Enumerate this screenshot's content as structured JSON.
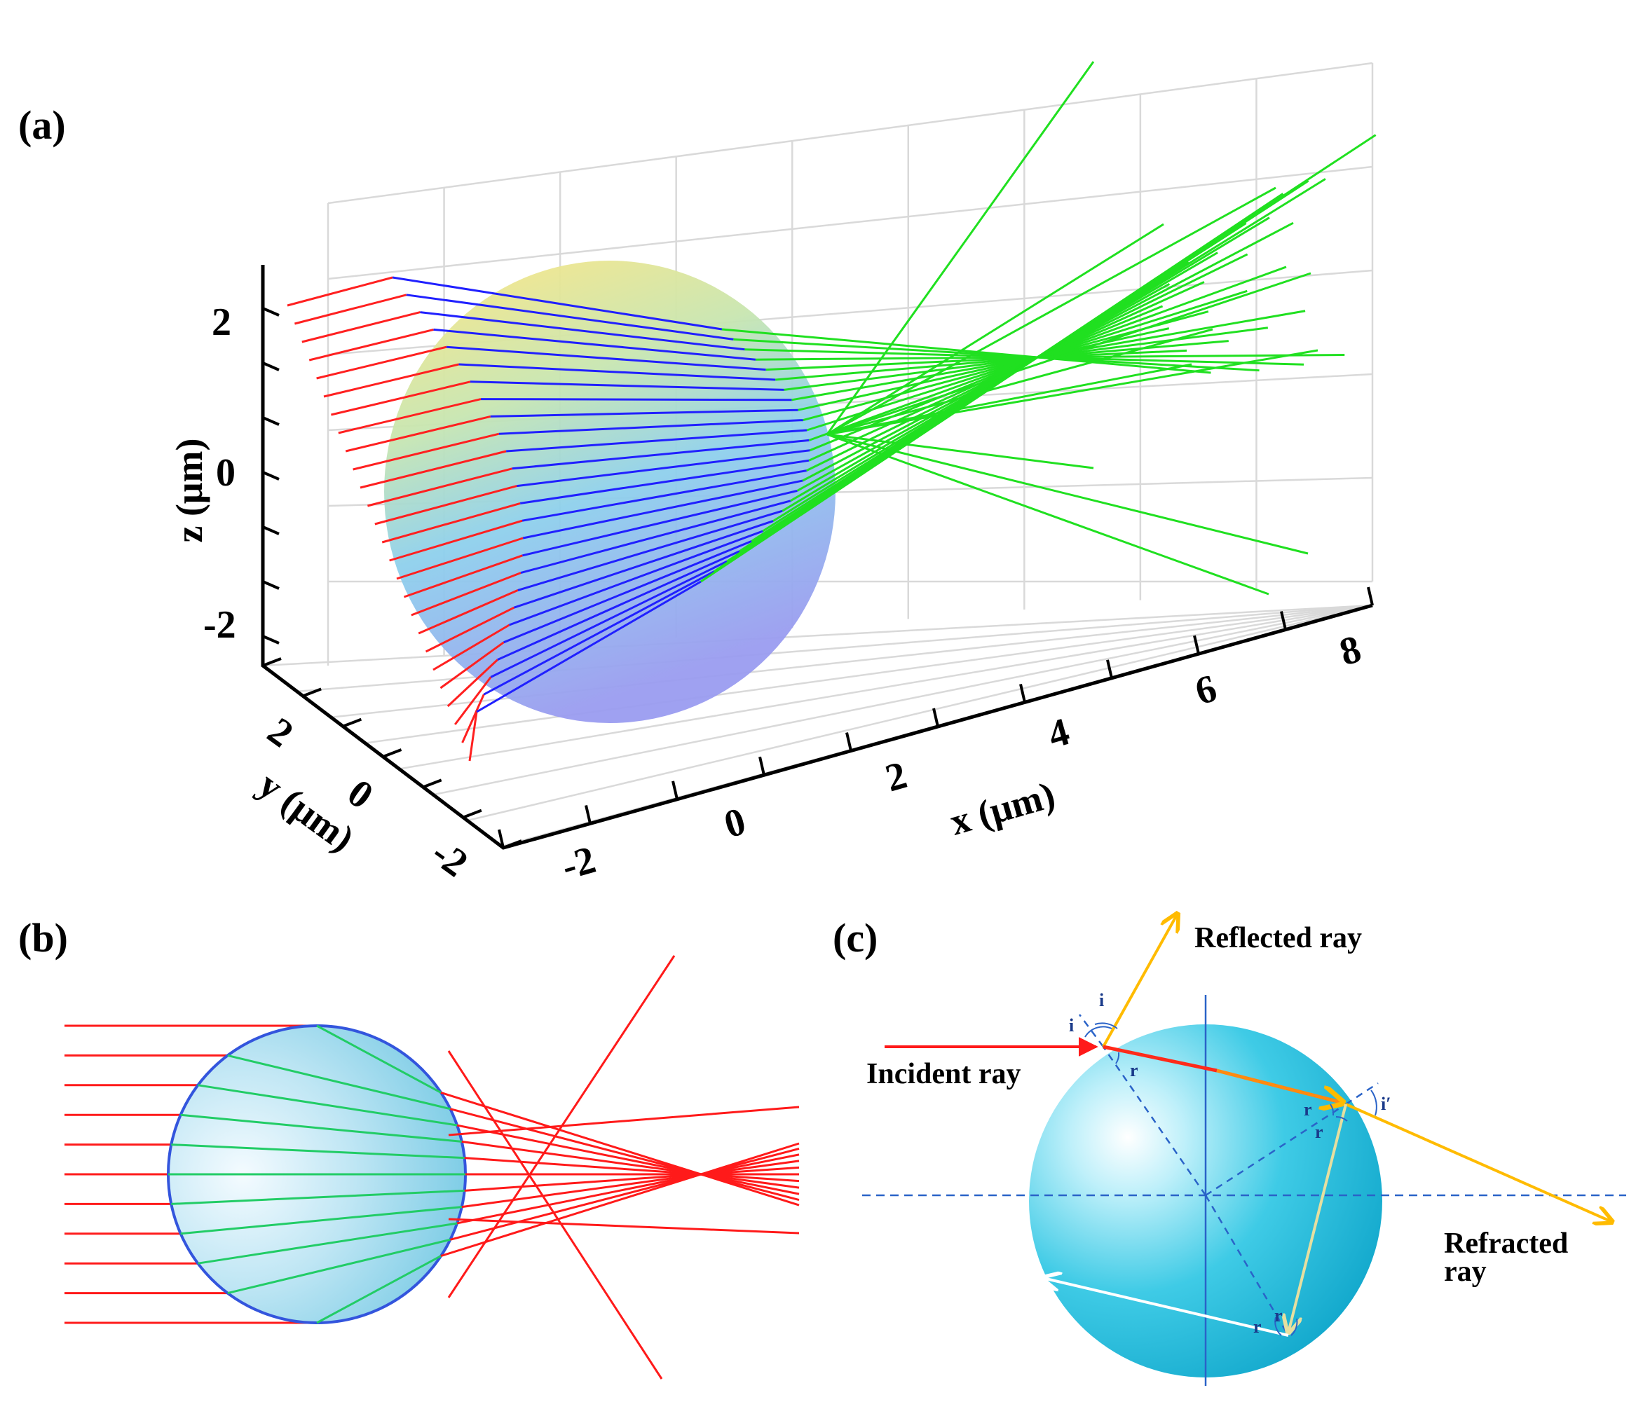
{
  "panels": {
    "a": {
      "label": "(a)",
      "x_axis": {
        "title": "x (μm)",
        "ticks": [
          "-2",
          "0",
          "2",
          "4",
          "6",
          "8"
        ]
      },
      "y_axis": {
        "title": "y (μm)",
        "ticks": [
          "2",
          "0",
          "-2"
        ]
      },
      "z_axis": {
        "title": "z (μm)",
        "ticks": [
          "2",
          "0",
          "-2"
        ]
      },
      "colors": {
        "incident": "#ff2020",
        "internal": "#2020ff",
        "exit": "#20e020"
      }
    },
    "b": {
      "label": "(b)",
      "colors": {
        "rays": "#ff1a1a",
        "internal": "#22cc66",
        "sphere_edge": "#3355dd"
      }
    },
    "c": {
      "label": "(c)",
      "labels": {
        "reflected": "Reflected ray",
        "incident": "Incident ray",
        "refracted_1": "Refracted",
        "refracted_2": "ray"
      },
      "angles": {
        "i": "i",
        "r": "r",
        "i_prime": "i′"
      },
      "colors": {
        "incident": "#ff1a1a",
        "reflected": "#ffbb00",
        "sphere": "#22c0e0"
      }
    }
  }
}
